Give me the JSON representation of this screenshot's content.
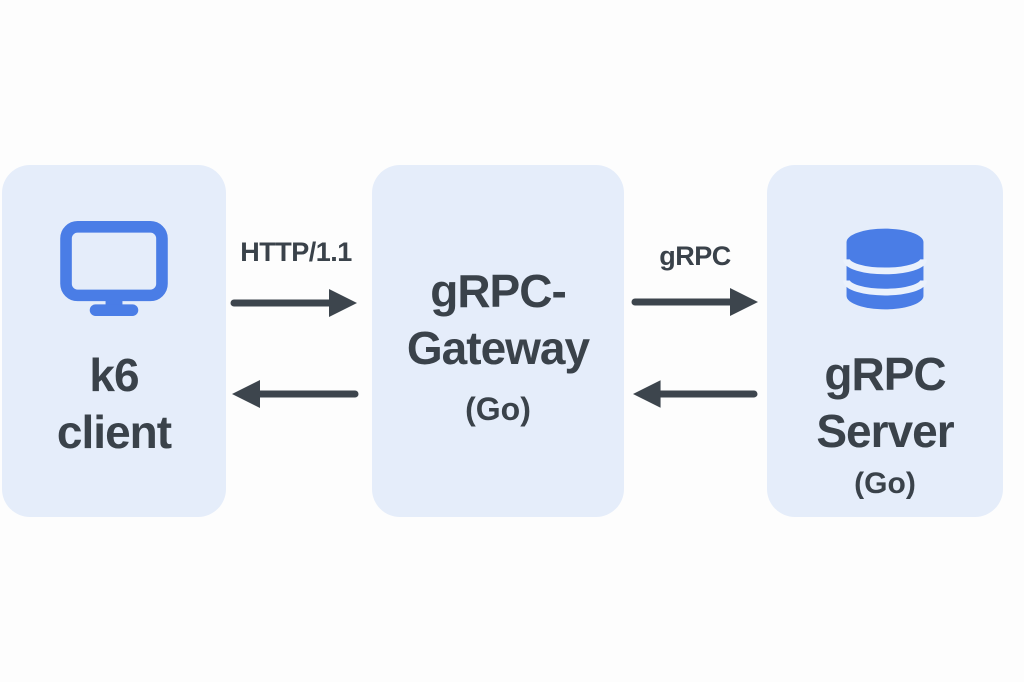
{
  "colors": {
    "background": "#fdfdfd",
    "node_fill": "#e5edfa",
    "accent_blue": "#4a7de6",
    "db_stripe": "#eaf1fc",
    "text_dark": "#3a424a",
    "arrow_dark": "#3d454d"
  },
  "nodes": {
    "client": {
      "icon": "monitor-icon",
      "line1": "k6",
      "line2": "client"
    },
    "gateway": {
      "line1": "gRPC-",
      "line2": "Gateway",
      "sub": "(Go)"
    },
    "server": {
      "icon": "database-icon",
      "line1": "gRPC",
      "line2": "Server",
      "sub": "(Go)"
    }
  },
  "edges": {
    "http_label": "HTTP/1.1",
    "grpc_label": "gRPC"
  }
}
